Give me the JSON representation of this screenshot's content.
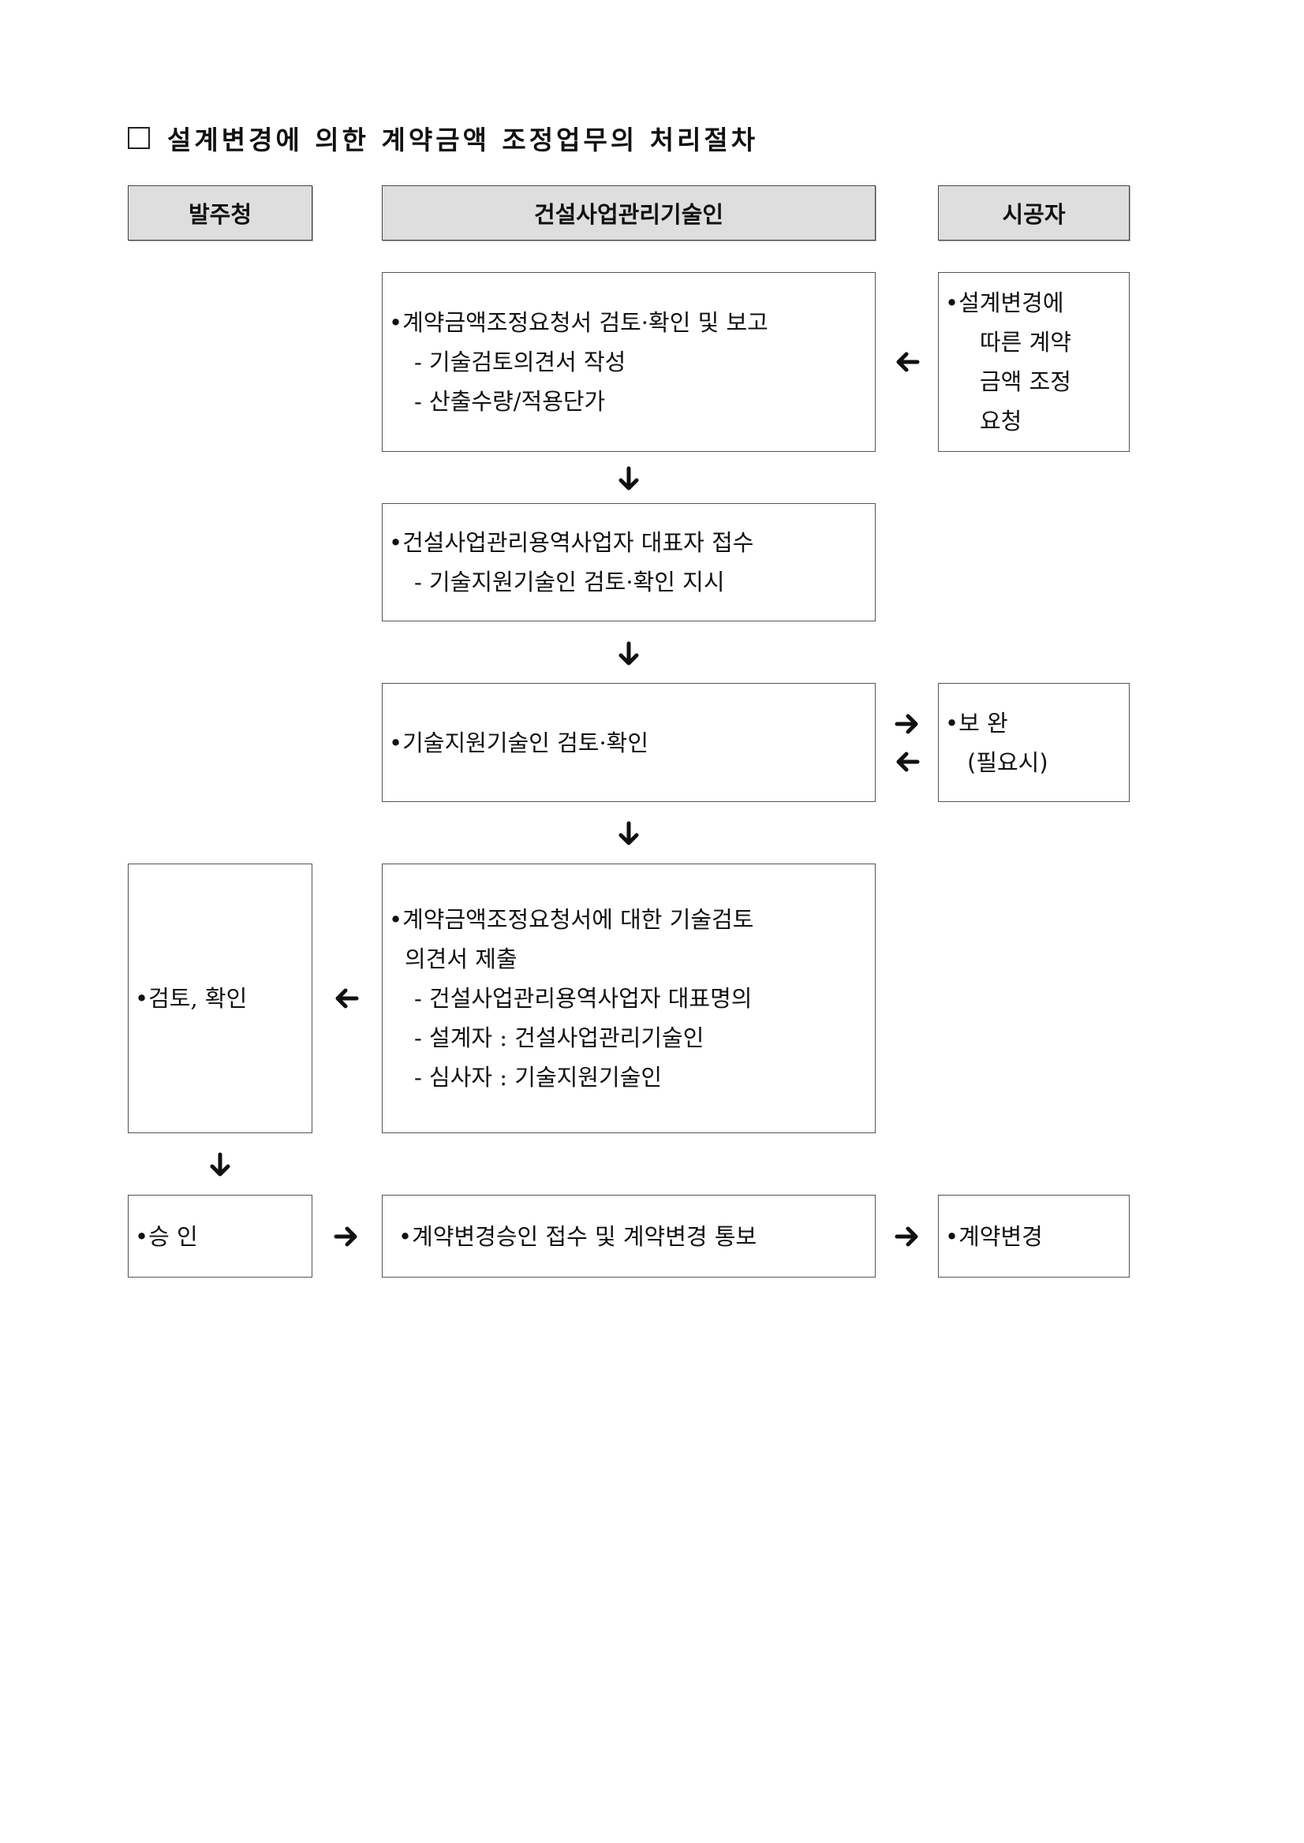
{
  "title": "설계변경에 의한 계약금액 조정업무의 처리절차",
  "columns": {
    "owner": "발주청",
    "manager": "건설사업관리기술인",
    "contractor": "시공자"
  },
  "steps": {
    "review": {
      "line1": "•계약금액조정요청서 검토·확인 및 보고",
      "line2": "- 기술검토의견서 작성",
      "line3": "- 산출수량/적용단가"
    },
    "request": {
      "line1": "•설계변경에",
      "line2": "따른 계약",
      "line3": "금액 조정",
      "line4": "요청"
    },
    "receive": {
      "line1": "•건설사업관리용역사업자 대표자 접수",
      "line2": "- 기술지원기술인 검토·확인 지시"
    },
    "support_review": {
      "line1": "•기술지원기술인 검토·확인"
    },
    "supplement": {
      "line1": "•보 완",
      "line2": "(필요시)"
    },
    "submit": {
      "line1": "•계약금액조정요청서에 대한 기술검토",
      "line2": "의견서 제출",
      "line3": "- 건설사업관리용역사업자 대표명의",
      "line4": "- 설계자 : 건설사업관리기술인",
      "line5": "- 심사자 : 기술지원기술인"
    },
    "owner_review": {
      "line1": "•검토, 확인"
    },
    "approval": {
      "line1": "•승 인"
    },
    "notify": {
      "line1": "•계약변경승인 접수 및 계약변경 통보"
    },
    "contract_change": {
      "line1": "•계약변경"
    }
  }
}
